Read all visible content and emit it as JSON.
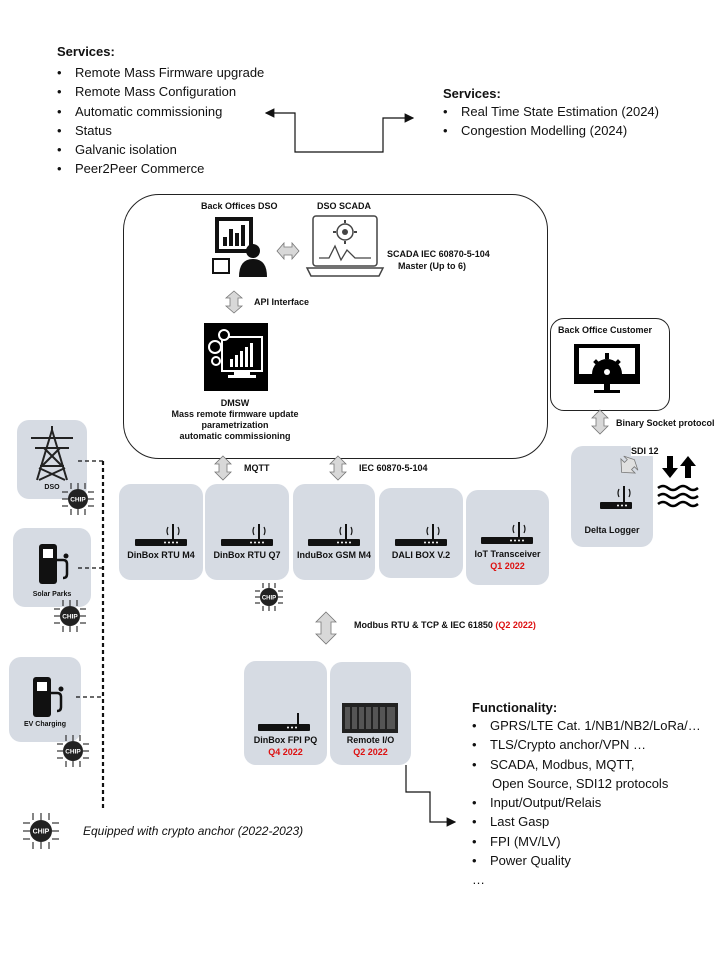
{
  "services_left": {
    "title": "Services:",
    "items": [
      "Remote Mass Firmware upgrade",
      "Remote Mass Configuration",
      "Automatic commissioning",
      "Status",
      "Galvanic isolation",
      "Peer2Peer Commerce"
    ]
  },
  "services_right": {
    "title": "Services:",
    "items": [
      "Real Time State Estimation (2024)",
      "Congestion Modelling (2024)"
    ]
  },
  "central": {
    "back_offices": "Back Offices DSO",
    "dso_scada": "DSO SCADA",
    "scada_line1": "SCADA IEC 60870-5-104",
    "scada_line2": "Master (Up to 6)",
    "api": "API Interface",
    "dmsw_1": "DMSW",
    "dmsw_2": "Mass remote firmware update",
    "dmsw_3": "parametrization",
    "dmsw_4": "automatic commissioning"
  },
  "links": {
    "mqtt": "MQTT",
    "iec": "IEC 60870-5-104",
    "modbus": "Modbus RTU & TCP & IEC 61850",
    "modbus_date": "(Q2 2022)",
    "binary": "Binary Socket protocol",
    "sdi": "SDI 12"
  },
  "customer": {
    "title": "Back Office Customer"
  },
  "delta_logger": {
    "title": "Delta Logger"
  },
  "devices": [
    {
      "title": "DinBox RTU M4",
      "date": ""
    },
    {
      "title": "DinBox RTU Q7",
      "date": ""
    },
    {
      "title": "InduBox GSM M4",
      "date": ""
    },
    {
      "title": "DALI BOX V.2",
      "date": ""
    },
    {
      "title": "IoT Transceiver",
      "date": "Q1 2022"
    }
  ],
  "devices_lower": [
    {
      "title": "DinBox FPI PQ",
      "date": "Q4 2022"
    },
    {
      "title": "Remote I/O",
      "date": "Q2 2022"
    }
  ],
  "left_column": [
    {
      "title": "DSO"
    },
    {
      "title": "Solar Parks"
    },
    {
      "title": "EV Charging"
    }
  ],
  "chip_label": "CHIP",
  "legend": "Equipped with crypto anchor (2022-2023)",
  "functionality": {
    "title": "Functionality:",
    "items": [
      "GPRS/LTE Cat. 1/NB1/NB2/LoRa/…",
      "TLS/Crypto anchor/VPN  …",
      "SCADA, Modbus, MQTT,",
      "Input/Output/Relais",
      "Last Gasp",
      "FPI (MV/LV)",
      "Power Quality"
    ],
    "continuation": "Open Source, SDI12 protocols",
    "ellipsis": "…"
  },
  "colors": {
    "card": "#d6dbe3",
    "accent_red": "#dd1111",
    "icon_dark": "#111111"
  }
}
